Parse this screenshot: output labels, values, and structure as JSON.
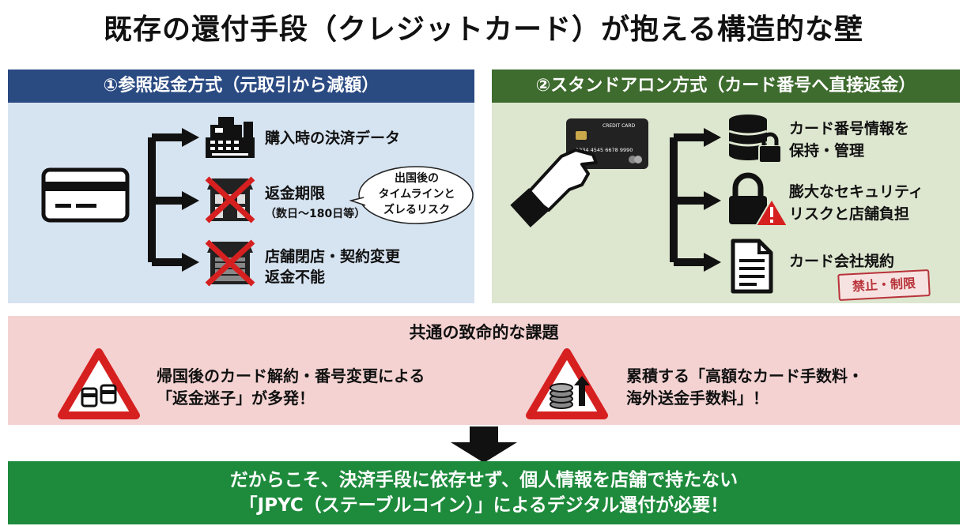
{
  "title": "既存の還付手段（クレジットカード）が抱える構造的な壁",
  "left_panel": {
    "header": "①参照返金方式（元取引から減額）",
    "items": [
      {
        "line1": "購入時の決済データ",
        "line2": ""
      },
      {
        "line1": "返金期限",
        "line2": "（数日〜180日等）"
      },
      {
        "line1": "店舗閉店・契約変更",
        "line2": "返金不能"
      }
    ],
    "bubble": [
      "出国後の",
      "タイムラインと",
      "ズレるリスク"
    ]
  },
  "right_panel": {
    "header": "②スタンドアロン方式（カード番号へ直接返金）",
    "card_label": "CREDIT CARD",
    "card_number": "1234 4545 6678 9990",
    "items": [
      {
        "line1": "カード番号情報を",
        "line2": "保持・管理"
      },
      {
        "line1": "膨大なセキュリティ",
        "line2": "リスクと店舗負担"
      },
      {
        "line1": "カード会社規約",
        "line2": ""
      }
    ],
    "stamp": "禁止・制限"
  },
  "common": {
    "heading": "共通の致命的な課題",
    "issue1": [
      "帰国後のカード解約・番号変更による",
      "「返金迷子」が多発！"
    ],
    "issue2": [
      "累積する「高額なカード手数料・",
      "海外送金手数料」！"
    ]
  },
  "conclusion": {
    "line1": "だからこそ、決済手段に依存せず、個人情報を店舗で持たない",
    "line2": "「JPYC（ステーブルコイン）」によるデジタル還付が必要！"
  },
  "colors": {
    "left_header": "#2a4a82",
    "left_bg": "#d6e3f1",
    "right_header": "#3e6b2e",
    "right_bg": "#dde6cf",
    "common_bg": "#f4d2d2",
    "conclusion_bg": "#1e8a3c",
    "warning_red": "#d62020",
    "stamp_red": "#b8323a"
  },
  "icons": [
    "credit-card-icon",
    "cash-register-icon",
    "shop-crossed-icon",
    "hand-card-icon",
    "database-lock-icon",
    "lock-warning-icon",
    "document-icon",
    "warning-triangle-icon",
    "down-arrow-icon"
  ]
}
